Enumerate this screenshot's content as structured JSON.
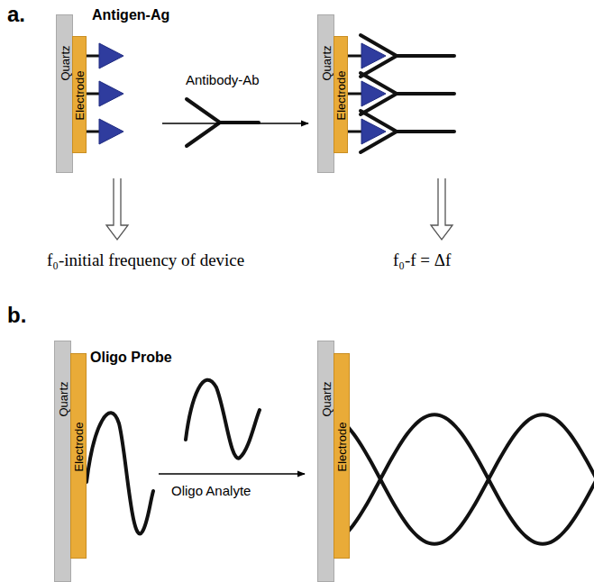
{
  "diagram": {
    "nodes": [
      {
        "text": [
          "Quartz"
        ]
      },
      {
        "text": [
          "Electrode"
        ]
      },
      {
        "text": [
          "Quartz"
        ]
      },
      {
        "text": [
          "Electrode"
        ]
      },
      {
        "text": [
          "Quartz"
        ]
      },
      {
        "text": [
          "Electrode"
        ]
      },
      {
        "text": [
          "Quartz"
        ]
      },
      {
        "text": [
          "Electrode"
        ]
      }
    ],
    "labels": [
      "a.",
      "Antigen-Ag",
      "Antibody-Ab",
      "f₀-initial frequency of device",
      "f₀-f = Δf",
      "b.",
      "Oligo Probe",
      "Oligo Analyte"
    ]
  }
}
